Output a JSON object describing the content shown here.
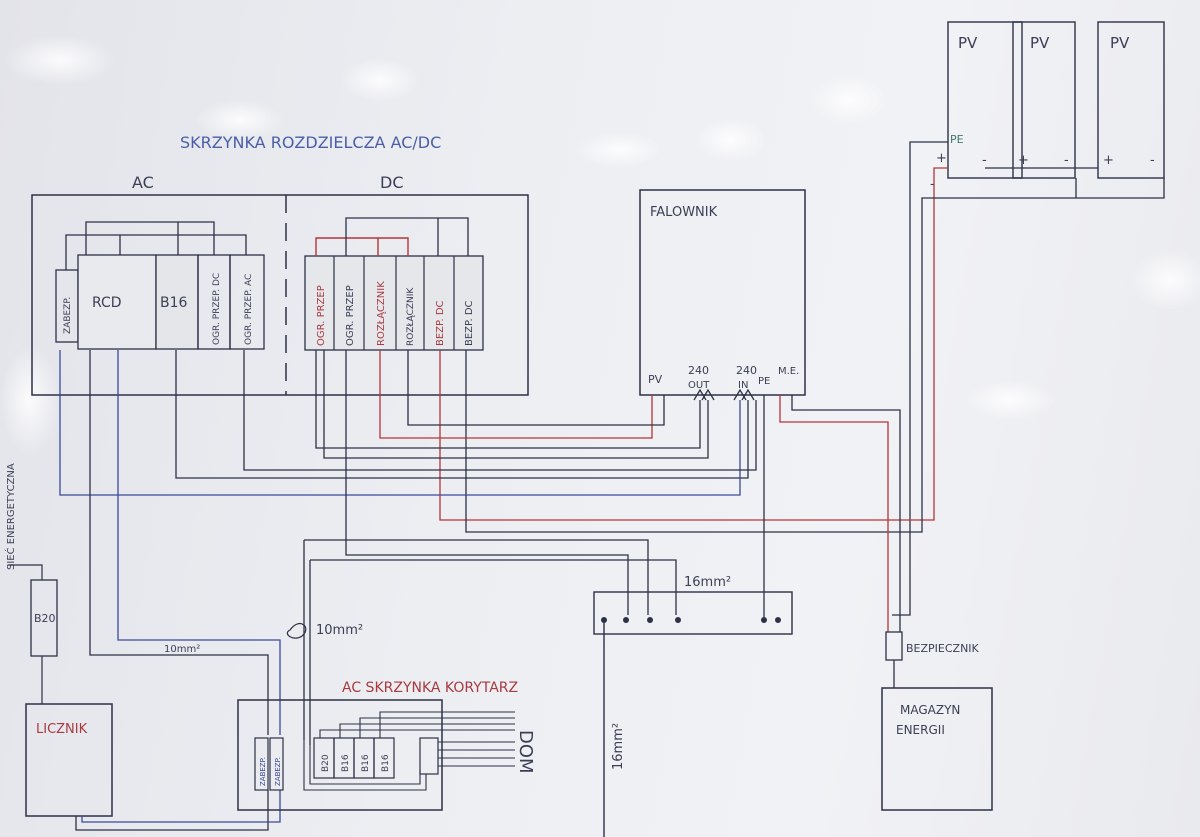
{
  "title": "SKRZYNKA ROZDZIELCZA AC/DC",
  "sections": {
    "ac": "AC",
    "dc": "DC"
  },
  "ac_modules": {
    "zabezp": "ZABEZP.",
    "rcd": "RCD",
    "b16": "B16",
    "ogr_przep_dc": "OGR. PRZEP. DC",
    "ogr_przep_ac": "OGR. PRZEP. AC"
  },
  "dc_modules": {
    "ogr_przep_1": "OGR. PRZEP",
    "ogr_przep_2": "OGR. PRZEP",
    "rozlacznik_1": "ROZŁĄCZNIK",
    "rozlacznik_2": "ROZŁĄCZNIK",
    "bezp_dc_1": "BEZP. DC",
    "bezp_dc_2": "BEZP. DC"
  },
  "inverter": {
    "label": "FALOWNIK",
    "ports": {
      "pv": "PV",
      "out_num": "240",
      "out": "OUT",
      "in_num": "240",
      "in": "IN",
      "pe": "PE",
      "me": "M.E."
    }
  },
  "pv_panels": [
    "PV",
    "PV",
    "PV"
  ],
  "pv_pe": "PE",
  "pv_polarity": {
    "plus": "+",
    "minus": "-"
  },
  "busbar": {
    "cross_section": "16mm²"
  },
  "ground_cable": "16mm²",
  "ac_cable_1": "10mm²",
  "ac_cable_2": "10mm²",
  "fuse_label": "BEZPIECZNIK",
  "storage": {
    "line1": "MAGAZYN",
    "line2": "ENERGII"
  },
  "meter": "LICZNIK",
  "grid_label": "SIEĆ ENERGETYCZNA",
  "b20": "B20",
  "corridor_box": {
    "title": "AC SKRZYNKA KORYTARZ",
    "zabezp_1": "ZABEZP.",
    "zabezp_2": "ZABEZP.",
    "breakers": [
      "B20",
      "B16",
      "B16",
      "B16"
    ]
  },
  "dom": "DOM",
  "colors": {
    "ink": "#2c3146",
    "red": "#b2363b",
    "blue": "#3c4a9a",
    "title_blue": "#4a5fa8",
    "corridor_red": "#a83a40"
  }
}
